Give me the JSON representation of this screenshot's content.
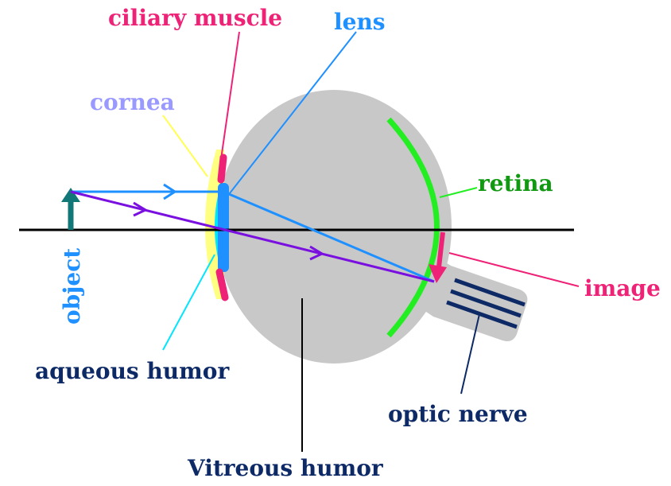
{
  "labels": {
    "ciliary_muscle": "ciliary muscle",
    "lens": "lens",
    "cornea": "cornea",
    "retina": "retina",
    "object": "object",
    "image": "image",
    "aqueous_humor": "aqueous humor",
    "optic_nerve": "optic nerve",
    "vitreous_humor": "Vitreous humor"
  },
  "colors": {
    "eyeball": "#c8c8c8",
    "ciliary_muscle": "#ee2277",
    "lens": "#1e90ff",
    "cornea": "#ffff80",
    "cornea_label": "#9999ff",
    "aqueous_humor": "#00e6ff",
    "retina": "#22ee22",
    "retina_label": "#119911",
    "object": "#117777",
    "image": "#ee2277",
    "optic_nerve": "#0d2a66",
    "ray_blue": "#1e90ff",
    "ray_purple": "#7a10e0",
    "axis": "#000000"
  }
}
